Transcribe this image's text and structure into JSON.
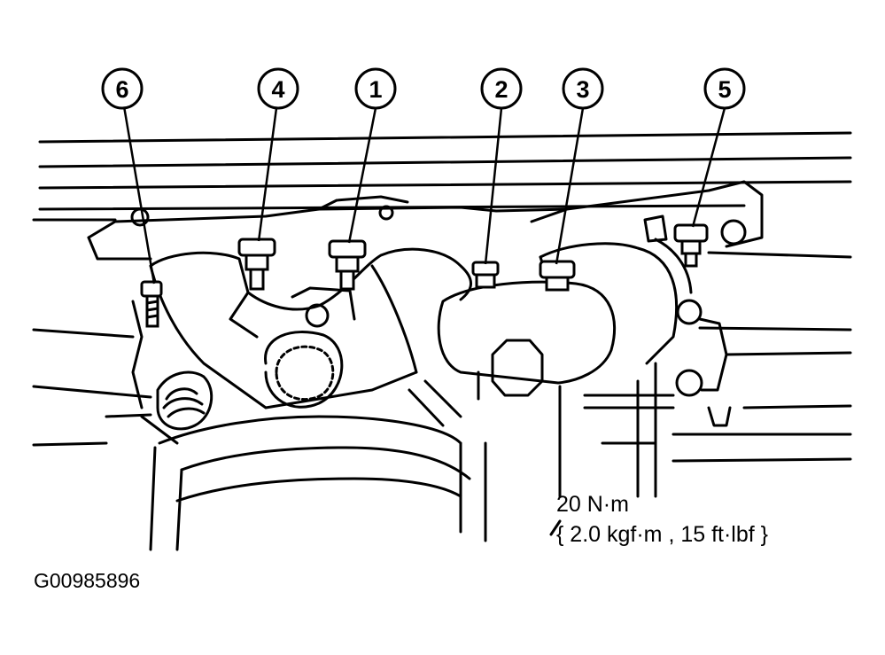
{
  "callouts": [
    "6",
    "4",
    "1",
    "2",
    "3",
    "5"
  ],
  "torque": {
    "primary": "20 N·m",
    "secondary": "{ 2.0 kgf·m , 15 ft·lbf }"
  },
  "figure_id": "G00985896"
}
